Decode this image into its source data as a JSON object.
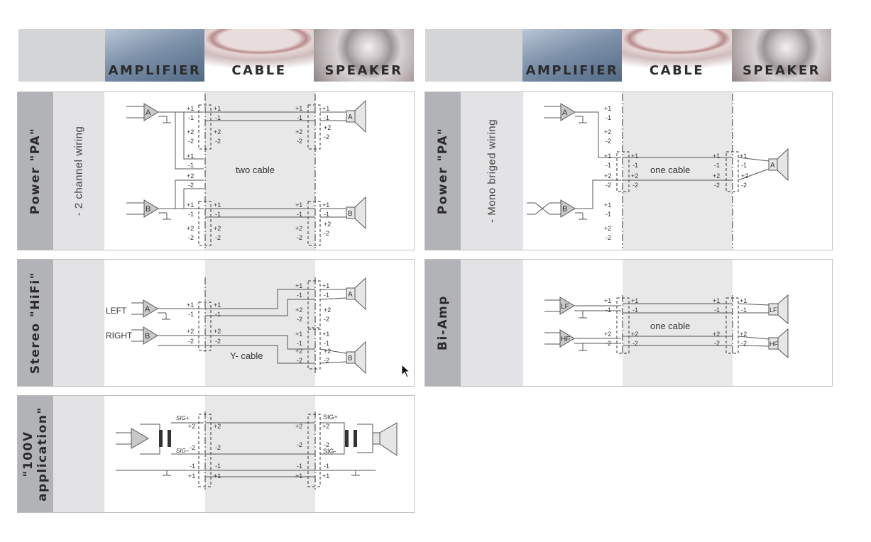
{
  "header": {
    "amplifier": "AMPLIFIER",
    "cable": "CABLE",
    "speaker": "SPEAKER"
  },
  "panels": {
    "pa_two": {
      "title": "Power \"PA\"",
      "subtitle": "-  2 channel wiring",
      "note": "two cable"
    },
    "pa_mono": {
      "title": "Power \"PA\"",
      "subtitle": "- Mono briged wiring",
      "note": "one cable"
    },
    "hifi": {
      "title": "Stereo \"HiFi\"",
      "subtitle": "",
      "note": "Y- cable",
      "left": "LEFT",
      "right": "RIGHT"
    },
    "biamp": {
      "title": "Bi-Amp",
      "subtitle": "",
      "note": "one cable"
    },
    "v100": {
      "title_line1": "\"100V",
      "title_line2": "application\"",
      "subtitle": "",
      "sig_plus": "SIG+",
      "sig_minus": "SIG-",
      "sig_minus_amp": "SIG–"
    }
  },
  "terminals": {
    "p1": "+1",
    "m1": "-1",
    "p2": "+2",
    "m2": "-2"
  },
  "devices": {
    "amp_a": "A",
    "amp_b": "B",
    "lf": "LF",
    "hf": "HF"
  }
}
